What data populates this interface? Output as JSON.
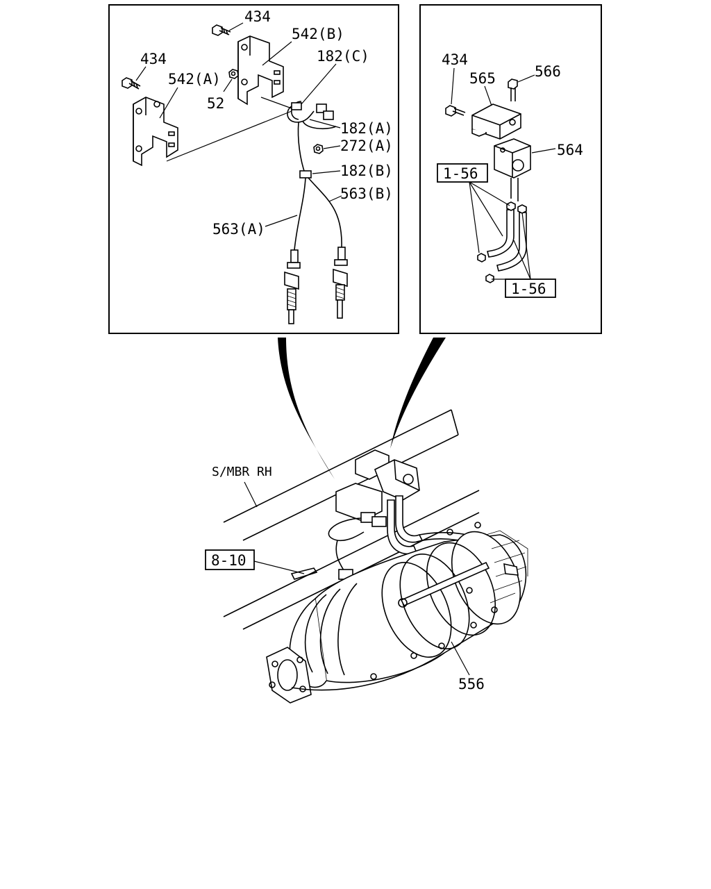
{
  "callouts": {
    "left_panel": {
      "bolt_top": "434",
      "bolt_left": "434",
      "bracket_b": "542(B)",
      "bracket_a": "542(A)",
      "nut": "52",
      "clip_c": "182(C)",
      "clip_a": "182(A)",
      "nut_272a": "272(A)",
      "clip_b": "182(B)",
      "sensor_b": "563(B)",
      "sensor_a": "563(A)"
    },
    "right_panel": {
      "bolt": "434",
      "bracket": "565",
      "bolt_566": "566",
      "sensor_564": "564",
      "ref_upper": "1-56",
      "ref_lower": "1-56"
    },
    "main": {
      "frame_label": "S/MBR RH",
      "ref_box": "8-10",
      "filter": "556"
    }
  }
}
